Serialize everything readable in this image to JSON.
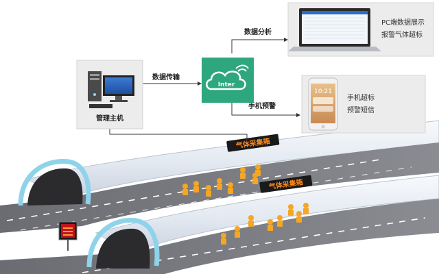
{
  "labels": {
    "host": "管理主机",
    "cloud": "Inter",
    "link_transfer": "数据传输",
    "link_analysis": "数据分析",
    "link_alert": "手机预警",
    "pc_line1": "PC端数据展示",
    "pc_line2": "报警气体超标",
    "phone_line1": "手机超标",
    "phone_line2": "预警短信",
    "collector_1": "气体采集箱",
    "collector_2": "气体采集箱",
    "phone_time": "10:21"
  },
  "colors": {
    "cloud_bg": "#2fa77e",
    "line": "#333333",
    "road": "#5e6066",
    "tunnel_outer": "#dfe6ef",
    "tunnel_rim": "#8fd3ea",
    "collector_bg": "#1a1a1a",
    "collector_text": "#ff8a1f",
    "worker_hat": "#f5a623",
    "sign_bg": "#c0131e"
  },
  "icons": {
    "host": "desktop-computer-icon",
    "cloud": "cloud-wifi-icon",
    "pc": "laptop-icon",
    "phone": "smartphone-icon",
    "worker": "construction-worker-icon",
    "sign": "warning-sign-icon"
  }
}
